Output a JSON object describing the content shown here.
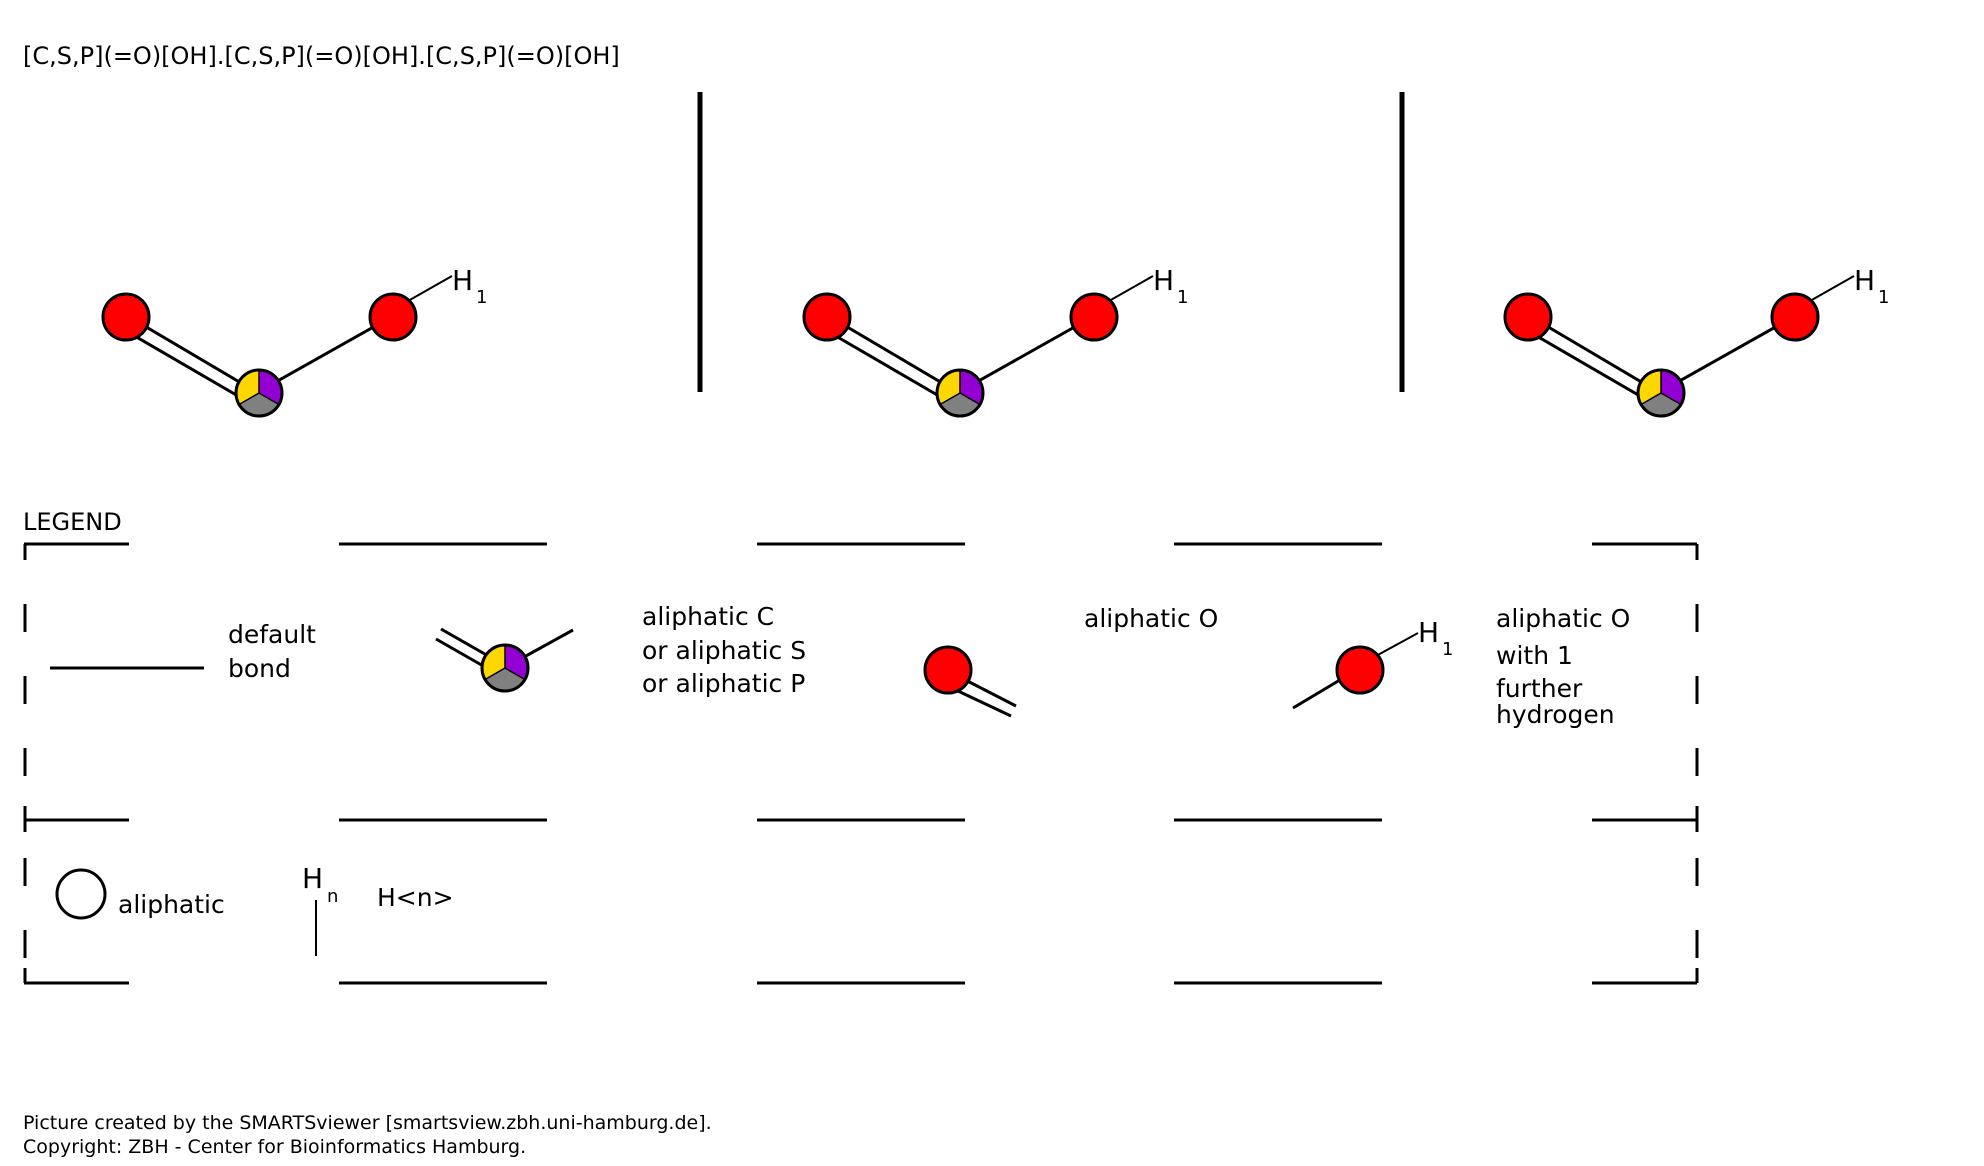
{
  "smarts": "[C,S,P](=O)[OH].[C,S,P](=O)[OH].[C,S,P](=O)[OH]",
  "colors": {
    "oxygen": "#ff0000",
    "carbon": "#808080",
    "sulfur": "#ffd700",
    "phosphorus": "#9400d3",
    "line": "#000000"
  },
  "fragments": [
    {
      "h_label": "H",
      "h_count": "1"
    },
    {
      "h_label": "H",
      "h_count": "1"
    },
    {
      "h_label": "H",
      "h_count": "1"
    }
  ],
  "legend": {
    "title": "LEGEND",
    "default_bond": [
      "default",
      "bond"
    ],
    "csp_atom": [
      "aliphatic C",
      "or aliphatic S",
      "or aliphatic P"
    ],
    "o_atom": [
      "aliphatic O"
    ],
    "oh_atom": [
      "aliphatic O",
      "with 1",
      "further",
      "hydrogen"
    ],
    "oh_h_label": "H",
    "oh_h_count": "1",
    "aliphatic": "aliphatic",
    "hn_label": "H",
    "hn_sub": "n",
    "hn_text": "H<n>"
  },
  "footer": {
    "line1": "Picture created by the SMARTSviewer [smartsview.zbh.uni-hamburg.de].",
    "line2": "Copyright: ZBH - Center for Bioinformatics Hamburg."
  }
}
